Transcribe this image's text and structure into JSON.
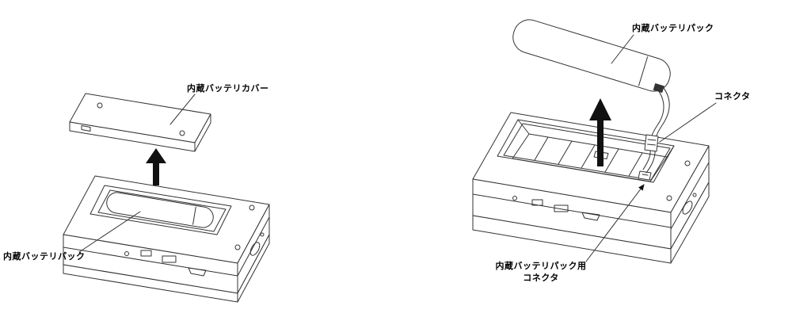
{
  "page": {
    "background": "#ffffff",
    "line_color": "#333333",
    "arrow_color": "#111111",
    "label_color": "#000000"
  },
  "figure_left": {
    "title": "battery-cover-removal-diagram",
    "labels": {
      "cover": "内蔵バッテリカバー",
      "pack": "内蔵バッテリパック"
    }
  },
  "figure_right": {
    "title": "battery-pack-removal-diagram",
    "labels": {
      "pack": "内蔵バッテリパック",
      "connector": "コネクタ",
      "pack_connector_line1": "内蔵バッテリパック用",
      "pack_connector_line2": "コネクタ"
    }
  }
}
